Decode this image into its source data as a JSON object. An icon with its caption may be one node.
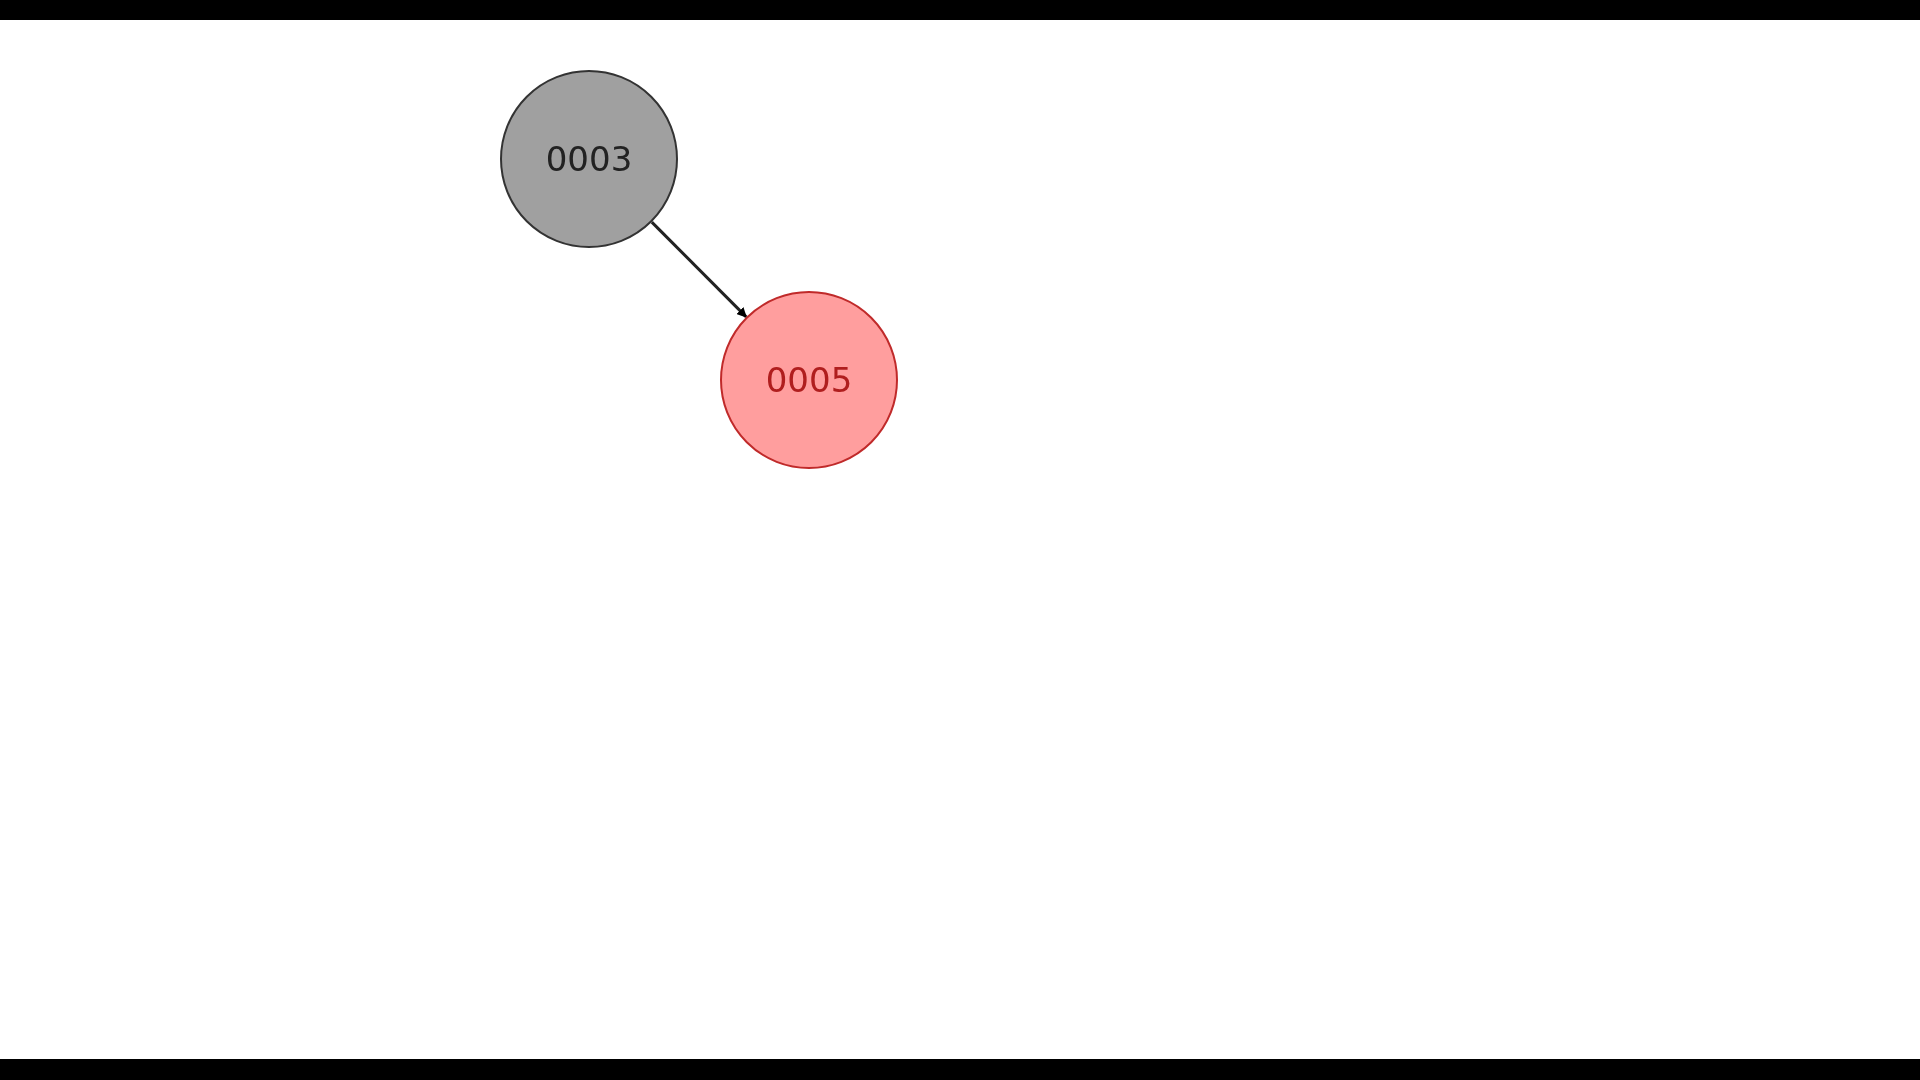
{
  "diagram": {
    "nodes": [
      {
        "text": [
          "0003"
        ]
      },
      {
        "text": [
          "0005"
        ]
      }
    ],
    "edges": [
      {
        "from": 0,
        "to": 1,
        "arrow": "to"
      }
    ]
  }
}
